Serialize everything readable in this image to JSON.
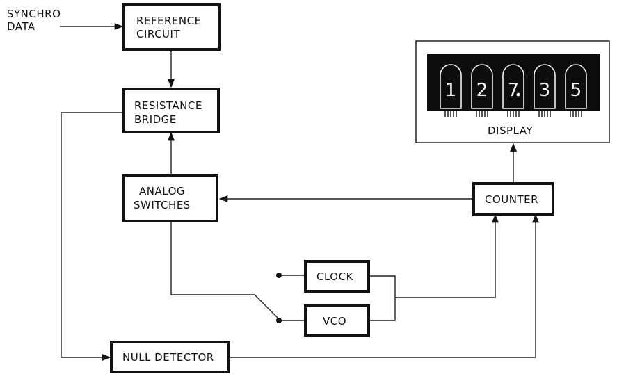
{
  "input_label": [
    "SYNCHRO",
    "DATA"
  ],
  "blocks": {
    "reference_circuit": [
      "REFERENCE",
      "CIRCUIT"
    ],
    "resistance_bridge": [
      "RESISTANCE",
      "BRIDGE"
    ],
    "analog_switches": [
      "ANALOG",
      "SWITCHES"
    ],
    "counter": "COUNTER",
    "clock": "CLOCK",
    "vco": "VCO",
    "null_detector": "NULL DETECTOR"
  },
  "display": {
    "label": "DISPLAY",
    "digits": [
      "1",
      "2",
      "7",
      "3",
      "5"
    ],
    "decimal_after_index": 2
  }
}
